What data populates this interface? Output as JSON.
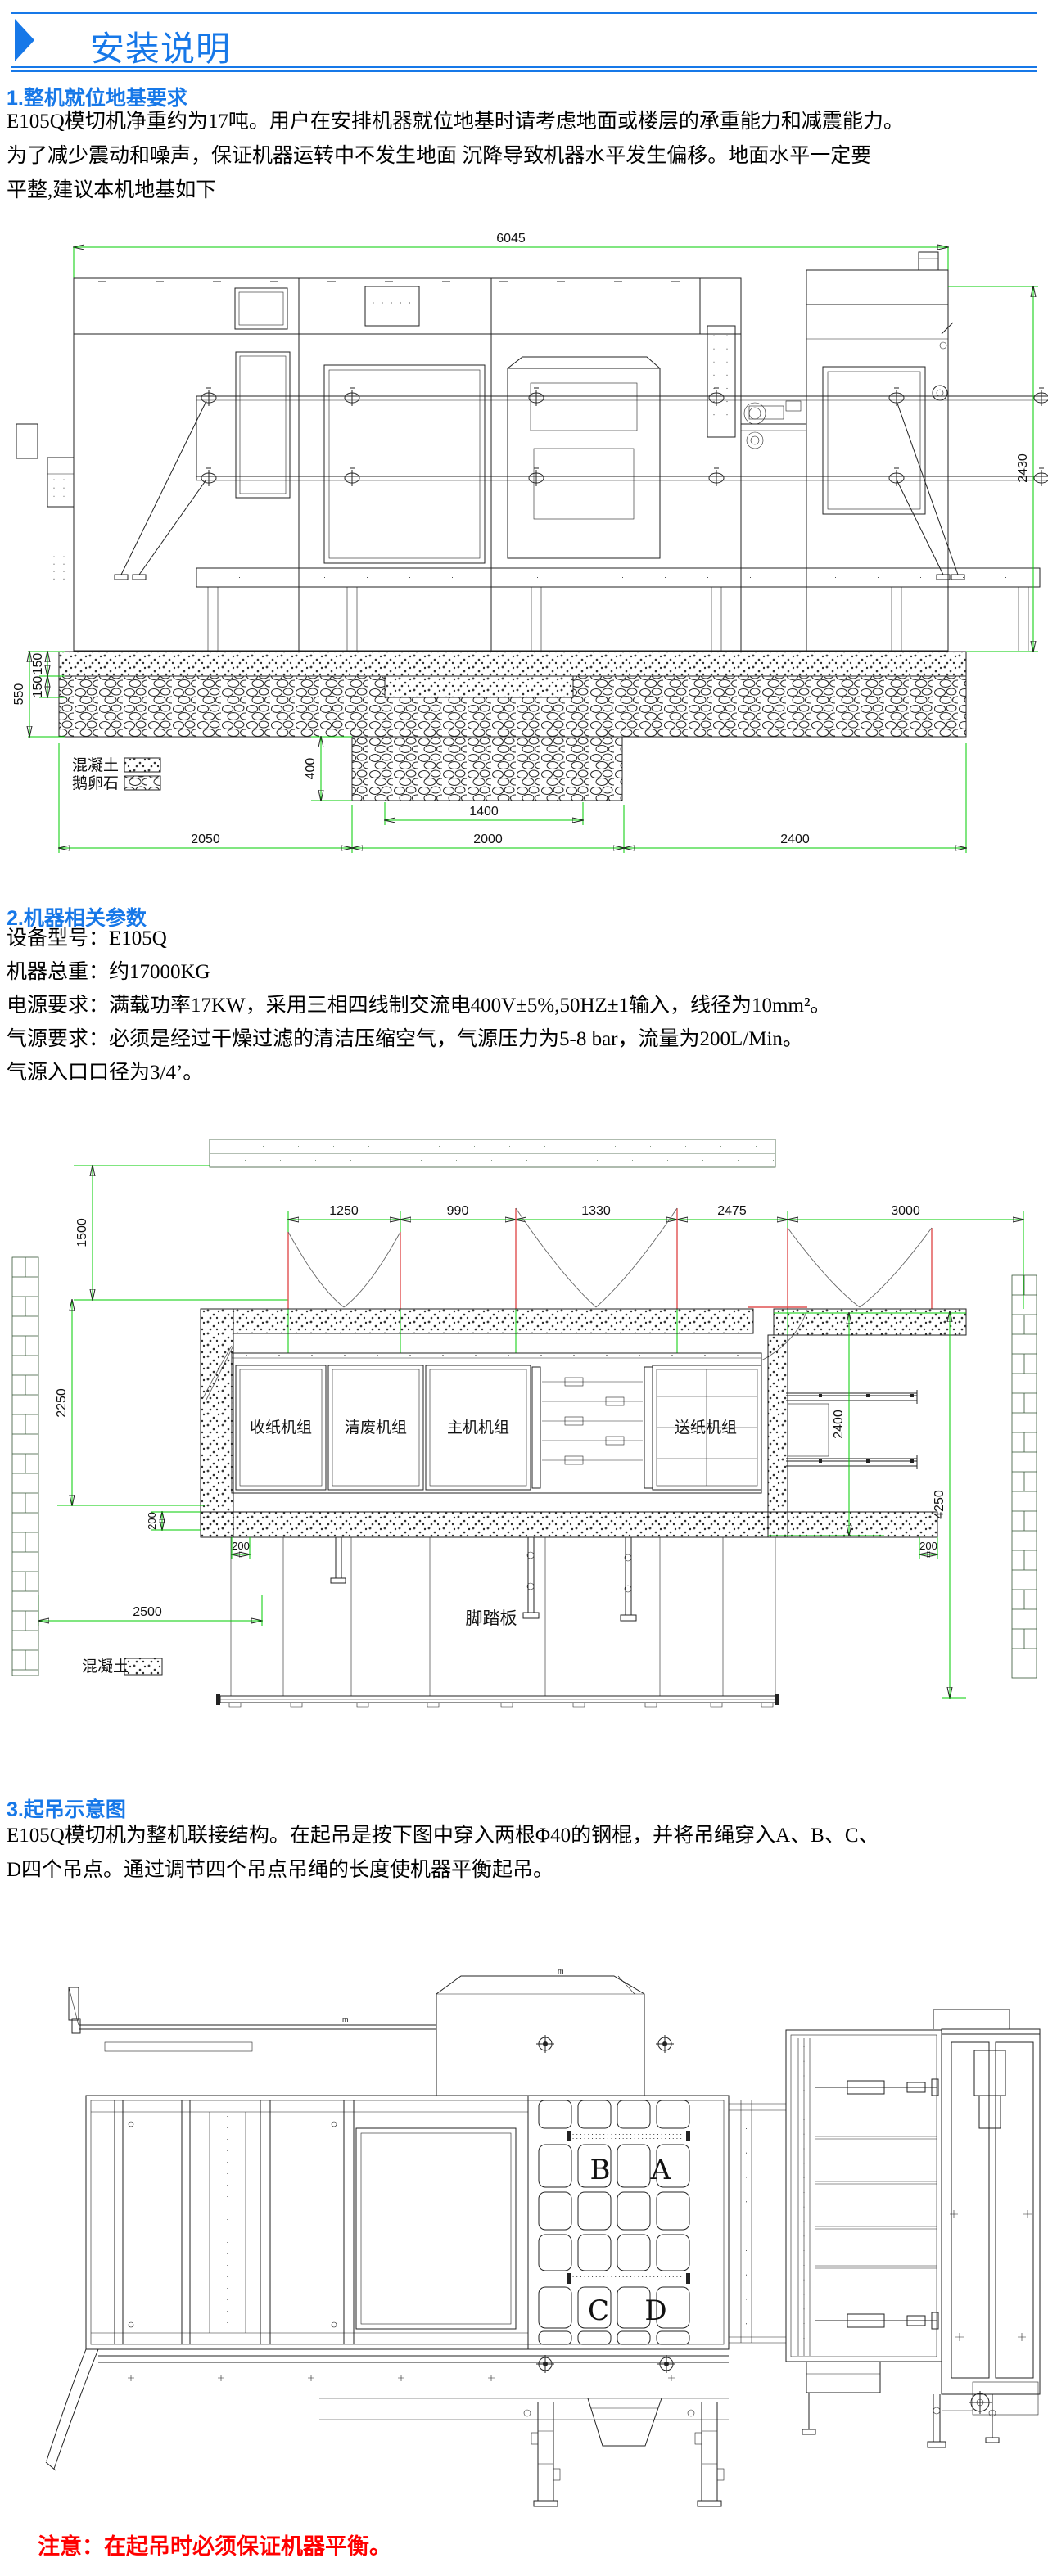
{
  "page": {
    "header": {
      "title": "安装说明"
    },
    "section1": {
      "heading": "1.整机就位地基要求",
      "lines": [
        "E105Q模切机净重约为17吨。用户在安排机器就位地基时请考虑地面或楼层的承重能力和减震能力。",
        "为了减少震动和噪声，保证机器运转中不发生地面 沉降导致机器水平发生偏移。地面水平一定要",
        "平整,建议本机地基如下"
      ]
    },
    "diagram1": {
      "dim_total_width": "6045",
      "dim_height": "2430",
      "dim_layer1": "150",
      "dim_layer2": "150",
      "dim_total_depth": "550",
      "dim_pit_depth": "400",
      "dim_pit_width": "1400",
      "dim_span_left": "2050",
      "dim_span_mid": "2000",
      "dim_span_right": "2400",
      "legend_concrete": "混凝土",
      "legend_cobble": "鹅卵石"
    },
    "section2": {
      "heading": "2.机器相关参数",
      "lines": [
        "设备型号：E105Q",
        "机器总重：约17000KG",
        "电源要求：满载功率17KW，采用三相四线制交流电400V±5%,50HZ±1输入，线径为10mm²。",
        "气源要求：必须是经过干燥过滤的清洁压缩空气，气源压力为5-8 bar，流量为200L/Min。",
        "气源入口口径为3/4’。"
      ]
    },
    "diagram2": {
      "dims_top": [
        "1250",
        "990",
        "1330",
        "2475",
        "3000"
      ],
      "dim_left_upper": "1500",
      "dim_left_lower": "2250",
      "dim_bottom_left": "2500",
      "dim_edge_left_v": "200",
      "dim_edge_left_h": "200",
      "dim_edge_right_h": "200",
      "dim_right_rails": "2400",
      "dim_right_total": "4250",
      "units": [
        "收纸机组",
        "清废机组",
        "主机机组",
        "送纸机组"
      ],
      "footboard_label": "脚踏板",
      "legend_concrete": "混凝土"
    },
    "section3": {
      "heading": "3.起吊示意图",
      "lines": [
        "E105Q模切机为整机联接结构。在起吊是按下图中穿入两根Φ40的钢棍，并将吊绳穿入A、B、C、",
        "D四个吊点。通过调节四个吊点吊绳的长度使机器平衡起吊。"
      ]
    },
    "diagram3": {
      "lift_points": [
        "B",
        "A",
        "C",
        "D"
      ]
    },
    "note": "注意：在起吊时必须保证机器平衡。"
  },
  "colors": {
    "accent_blue": "#1778E8",
    "dim_green": "#00CE00",
    "note_red": "#FF0000",
    "door_red": "#E05050"
  }
}
